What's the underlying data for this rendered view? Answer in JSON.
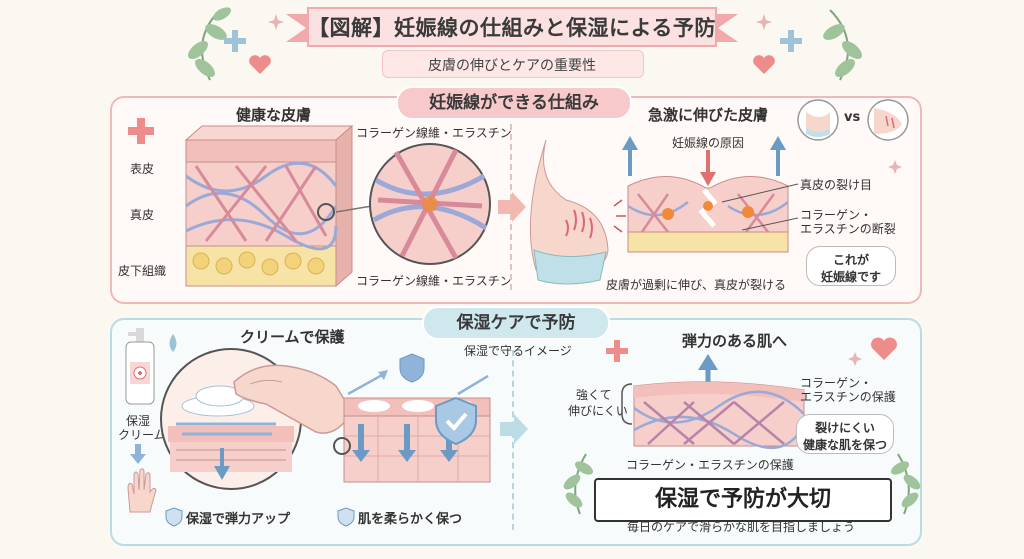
{
  "header": {
    "title": "【図解】妊娠線の仕組みと保湿による予防",
    "subtitle": "皮膚の伸びとケアの重要性"
  },
  "top_section": {
    "heading": "妊娠線ができる仕組み",
    "healthy": {
      "title": "健康な皮膚",
      "layers": [
        "表皮",
        "真皮",
        "皮下組織"
      ],
      "fiber_label_top": "コラーゲン線維・エラスチン",
      "fiber_label_bottom": "コラーゲン線維・エラスチン"
    },
    "stretched": {
      "title": "急激に伸びた皮膚",
      "cause": "妊娠線の原因",
      "tear": "真皮の裂け目",
      "break_line1": "コラーゲン・",
      "break_line2": "エラスチンの断裂",
      "caption": "皮膚が過剰に伸び、真皮が裂ける",
      "bubble_line1": "これが",
      "bubble_line2": "妊娠線です",
      "vs": "vs"
    }
  },
  "bottom_section": {
    "heading": "保湿ケアで予防",
    "cream_title": "クリームで保護",
    "cream_label_line1": "保湿",
    "cream_label_line2": "クリーム",
    "image_caption": "保湿で守るイメージ",
    "badge_left": "保湿で弾力アップ",
    "badge_right": "肌を柔らかく保つ",
    "result": {
      "title": "弾力のある肌へ",
      "strong_line1": "強くて",
      "strong_line2": "伸びにくい",
      "protect_line1": "コラーゲン・",
      "protect_line2": "エラスチンの保護",
      "bubble_line1": "裂けにくい",
      "bubble_line2": "健康な肌を保つ",
      "bottom_label": "コラーゲン・エラスチンの保護"
    },
    "banner": "保湿で予防が大切",
    "banner_sub": "毎日のケアで滑らかな肌を目指しましょう"
  },
  "colors": {
    "pink": "#f8c9cb",
    "skin": "#f6c9c4",
    "fat": "#f7e3a6",
    "blue": "#8fb3d9",
    "teal": "#cfe8ee",
    "leaf": "#8fb890",
    "tear": "#f08a3a"
  }
}
